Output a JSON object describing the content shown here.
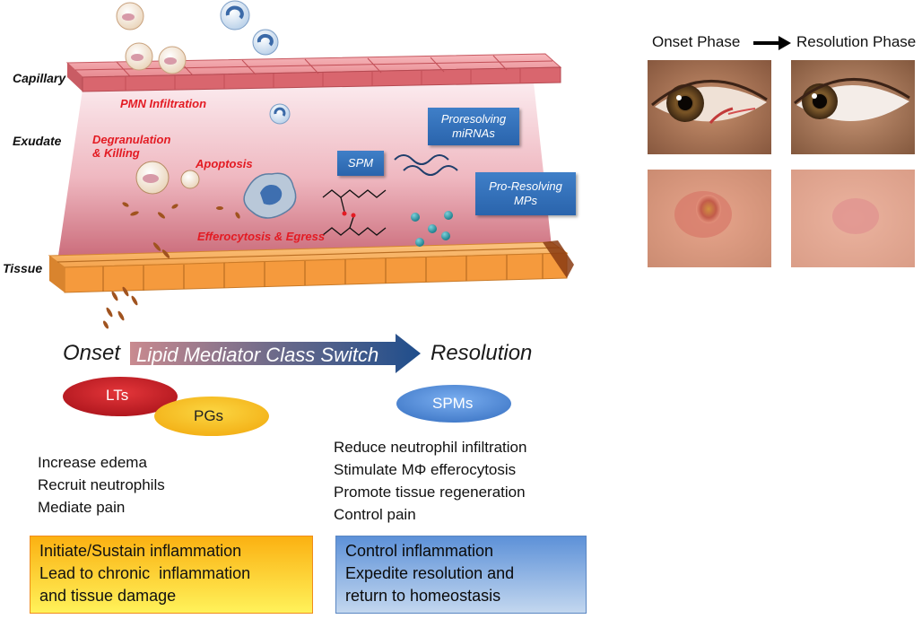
{
  "diagram": {
    "layers": {
      "capillary": "Capillary",
      "exudate": "Exudate",
      "tissue": "Tissue"
    },
    "events": {
      "pmn_infiltration": "PMN Infiltration",
      "degranulation_line1": "Degranulation",
      "degranulation_line2": "& Killing",
      "apoptosis": "Apoptosis",
      "efferocytosis": "Efferocytosis & Egress"
    },
    "mediators": {
      "spm": "SPM",
      "mirnas_line1": "Proresolving",
      "mirnas_line2": "miRNAs",
      "mps_line1": "Pro-Resolving",
      "mps_line2": "MPs"
    }
  },
  "class_switch": {
    "onset": "Onset",
    "arrow_label": "Lipid Mediator Class Switch",
    "resolution": "Resolution"
  },
  "onset_mediators": {
    "lts": "LTs",
    "pgs": "PGs"
  },
  "resolution_mediators": {
    "spms": "SPMs"
  },
  "onset_effects": [
    "Increase edema",
    "Recruit neutrophils",
    "Mediate pain"
  ],
  "resolution_effects": [
    "Reduce neutrophil infiltration",
    "Stimulate MΦ efferocytosis",
    "Promote tissue regeneration",
    "Control pain"
  ],
  "onset_outcome": [
    "Initiate/Sustain inflammation",
    "Lead to chronic  inflammation",
    "and tissue damage"
  ],
  "resolution_outcome": [
    "Control inflammation",
    "Expedite resolution and",
    "return to homeostasis"
  ],
  "photos": {
    "onset_phase": "Onset Phase",
    "resolution_phase": "Resolution Phase"
  },
  "colors": {
    "capillary": "#e77f86",
    "tissue": "#f7a64e",
    "exudate_gradient_top": "#f9e0e4",
    "exudate_gradient_bottom": "#cf6f7d",
    "lts": "#c8191f",
    "pgs": "#f6c21a",
    "spms": "#4a88d6",
    "onset_box": "#fbb818",
    "resolution_box": "#6f9fdc",
    "event_text": "#e31b23"
  }
}
